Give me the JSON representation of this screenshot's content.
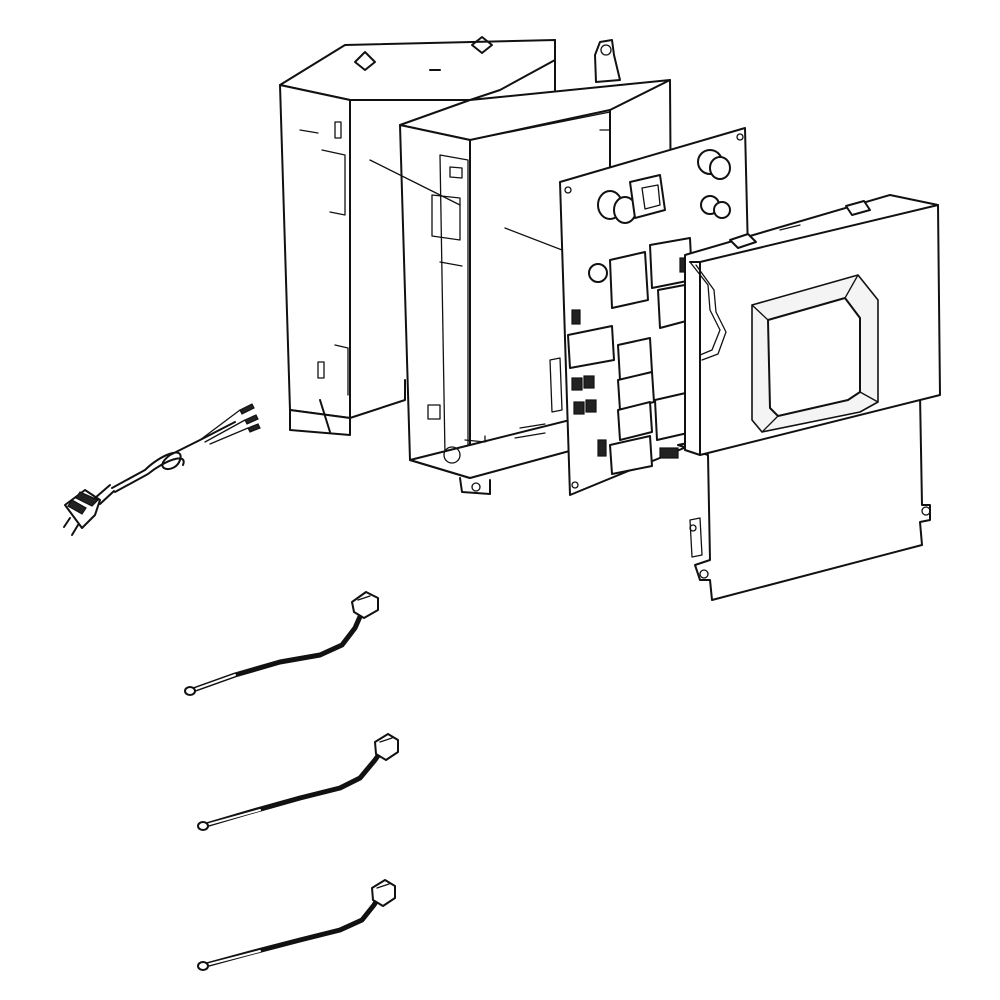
{
  "colors": {
    "line": "#111111",
    "background": "#ffffff",
    "panel_fill": "#f4f4f4"
  },
  "parts": [
    {
      "id": "outer-housing",
      "kind": "enclosure"
    },
    {
      "id": "inner-frame",
      "kind": "enclosure"
    },
    {
      "id": "control-board",
      "kind": "pcb"
    },
    {
      "id": "board-cover",
      "kind": "cover"
    },
    {
      "id": "power-cord",
      "kind": "cable"
    },
    {
      "id": "sensor-1",
      "kind": "thermistor"
    },
    {
      "id": "sensor-2",
      "kind": "thermistor"
    },
    {
      "id": "sensor-3",
      "kind": "thermistor"
    }
  ]
}
